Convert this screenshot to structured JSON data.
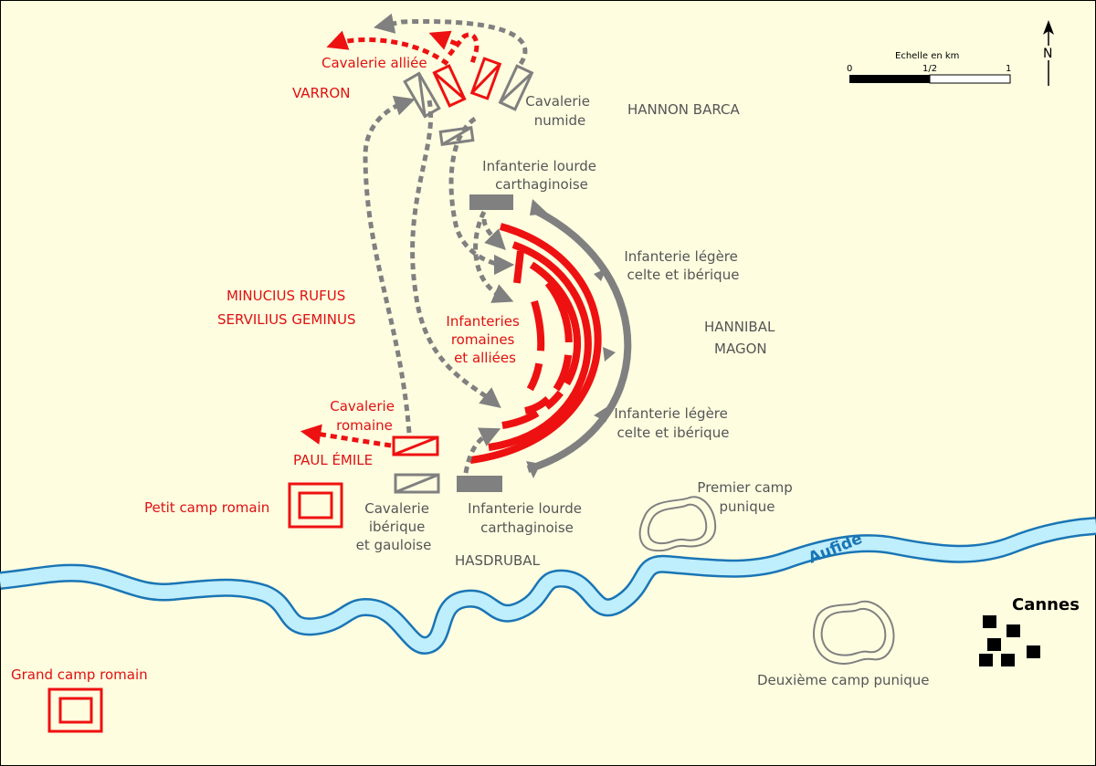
{
  "colors": {
    "background": "#fffde0",
    "roman": "#ee1111",
    "carthaginian": "#808080",
    "river_fill": "#bfeefc",
    "river_stroke": "#1a75b5",
    "town": "#000000"
  },
  "icons": [
    "north-arrow-icon",
    "scale-bar",
    "camp-icon",
    "town-block-icon"
  ],
  "north": "N",
  "scale": {
    "title": "Echelle en km",
    "ticks": [
      "0",
      "1/2",
      "1"
    ]
  },
  "river": {
    "name": "Aufide"
  },
  "town": {
    "name": "Cannes"
  },
  "commanders": {
    "varron": "VARRON",
    "hannon": "HANNON BARCA",
    "minucius": "MINUCIUS RUFUS",
    "servilius": "SERVILIUS GEMINUS",
    "hannibal": "HANNIBAL",
    "magon": "MAGON",
    "paul": "PAUL ÉMILE",
    "hasdrubal": "HASDRUBAL"
  },
  "units": {
    "allied_cavalry": "Cavalerie alliée",
    "numidian_cavalry": [
      "Cavalerie",
      "numide"
    ],
    "heavy_inf_top": [
      "Infanterie lourde",
      "carthaginoise"
    ],
    "light_inf_top": [
      "Infanterie légère",
      "celte et ibérique"
    ],
    "roman_inf": [
      "Infanteries",
      "romaines",
      "et alliées"
    ],
    "light_inf_bottom": [
      "Infanterie légère",
      "celte et ibérique"
    ],
    "roman_cavalry": [
      "Cavalerie",
      "romaine"
    ],
    "iberian_cavalry": [
      "Cavalerie",
      "ibérique",
      "et gauloise"
    ],
    "heavy_inf_bottom": [
      "Infanterie lourde",
      "carthaginoise"
    ]
  },
  "camps": {
    "small_roman": "Petit camp romain",
    "large_roman": "Grand camp romain",
    "first_punic": [
      "Premier camp",
      "punique"
    ],
    "second_punic": "Deuxième camp punique"
  }
}
